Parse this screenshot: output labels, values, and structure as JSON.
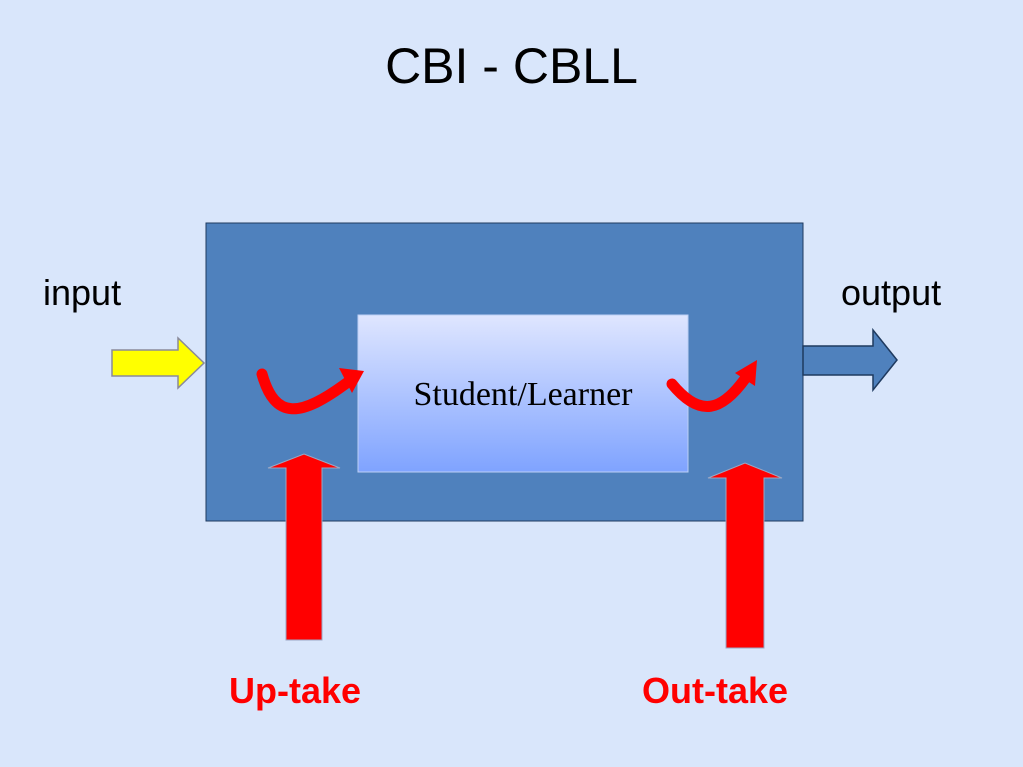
{
  "title": "CBI - CBLL",
  "labels": {
    "input": "input",
    "output": "output",
    "center": "Student/Learner",
    "uptake": "Up-take",
    "outtake": "Out-take"
  },
  "colors": {
    "background": "#d9e6fb",
    "outer_box": "#4f81bd",
    "inner_box_top": "#dfe6ff",
    "inner_box_bottom": "#7fa3ff",
    "input_arrow": "#ffff00",
    "output_arrow": "#4f81bd",
    "red_arrows": "#ff0000"
  }
}
